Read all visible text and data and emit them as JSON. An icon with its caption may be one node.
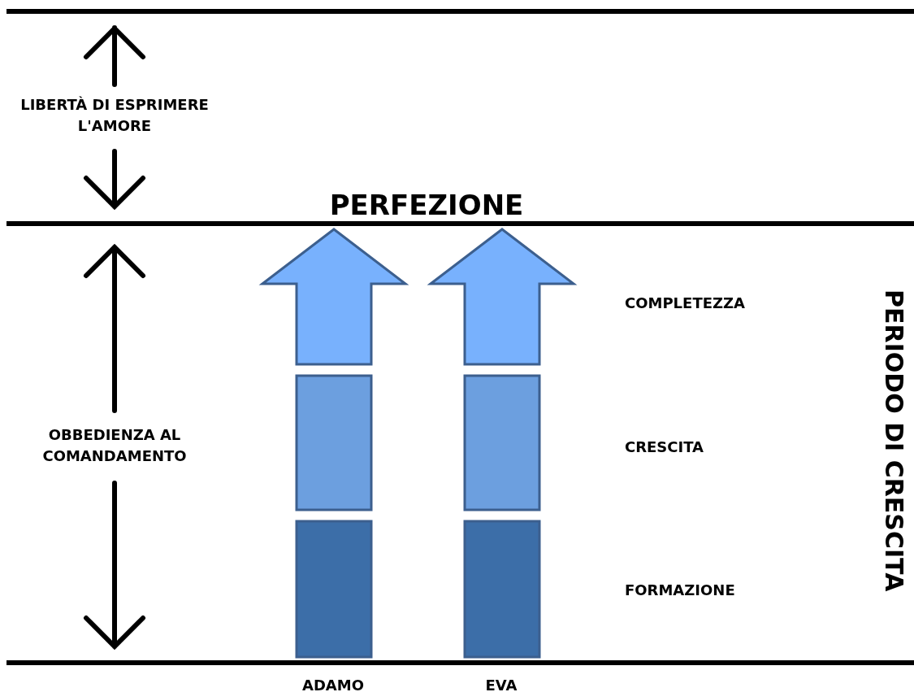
{
  "diagram": {
    "labels": [
      "LIBERTÀ DI ESPRIMERE L'AMORE",
      "PERFEZIONE",
      "COMPLETEZZA",
      "PERIODO DI CRESCITA",
      "OBBEDIENZA AL COMANDAMENTO",
      "CRESCITA",
      "FORMAZIONE",
      "ADAMO",
      "EVA"
    ]
  }
}
